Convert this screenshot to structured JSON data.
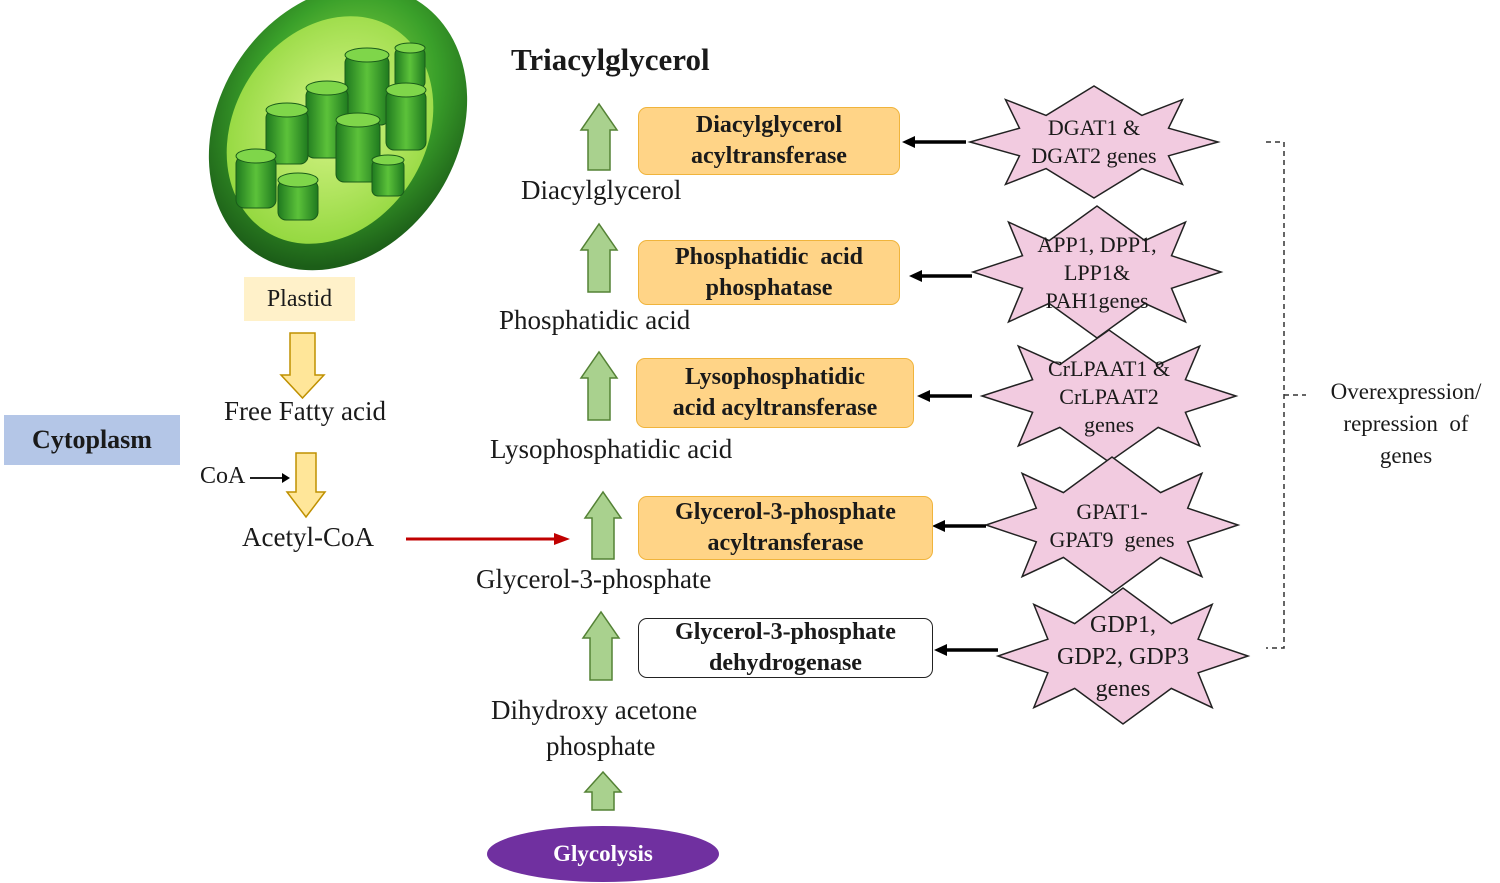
{
  "plastid_label": "Plastid",
  "cytoplasm_label": "Cytoplasm",
  "free_fatty_acid": "Free Fatty acid",
  "coa": "CoA",
  "acetyl_coa": "Acetyl-CoA",
  "title": "Triacylglycerol",
  "metabolites": {
    "diacylglycerol": "Diacylglycerol",
    "phosphatidic_acid": "Phosphatidic acid",
    "lysophosphatidic_acid": "Lysophosphatidic acid",
    "glycerol_3_phosphate": "Glycerol-3-phosphate",
    "dhap_line1": "Dihydroxy acetone",
    "dhap_line2": "phosphate"
  },
  "glycolysis": "Glycolysis",
  "enzymes": [
    {
      "line1": "Diacylglycerol",
      "line2": "acyltransferase"
    },
    {
      "line1": "Phosphatidic  acid",
      "line2": "phosphatase"
    },
    {
      "line1": "Lysophosphatidic",
      "line2": "acid acyltransferase"
    },
    {
      "line1": "Glycerol-3-phosphate",
      "line2": "acyltransferase"
    },
    {
      "line1": "Glycerol-3-phosphate",
      "line2": "dehydrogenase"
    }
  ],
  "genes": [
    {
      "lines": [
        "DGAT1 &",
        "DGAT2 genes"
      ]
    },
    {
      "lines": [
        "APP1, DPP1,",
        "LPP1&",
        "PAH1genes"
      ]
    },
    {
      "lines": [
        "CrLPAAT1 &",
        "CrLPAAT2",
        "genes"
      ]
    },
    {
      "lines": [
        "GPAT1-",
        "GPAT9  genes"
      ]
    },
    {
      "lines": [
        "GDP1,",
        "GDP2, GDP3",
        "genes"
      ]
    }
  ],
  "overexpression_label": {
    "line1": "Overexpression/",
    "line2": "repression  of",
    "line3": "genes"
  },
  "colors": {
    "enzyme_fill": "#ffd487",
    "gene_fill": "#f2cbe0",
    "green_arrow": "#a9d18e",
    "yellow_arrow": "#ffe699",
    "red_arrow": "#c00000",
    "glycolysis_fill": "#7030a0",
    "cytoplasm_fill": "#b4c6e7"
  }
}
